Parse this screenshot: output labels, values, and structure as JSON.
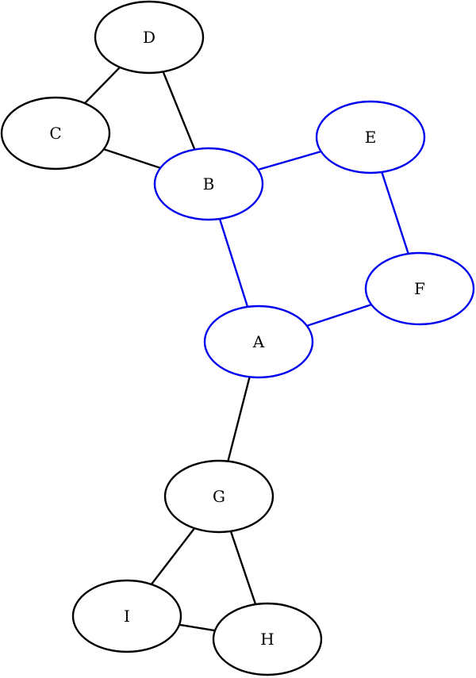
{
  "graph": {
    "colors": {
      "default": "#000000",
      "highlight": "#0000ee"
    },
    "nodes": [
      {
        "id": "D",
        "label": "D",
        "highlighted": false
      },
      {
        "id": "C",
        "label": "C",
        "highlighted": false
      },
      {
        "id": "B",
        "label": "B",
        "highlighted": true
      },
      {
        "id": "E",
        "label": "E",
        "highlighted": true
      },
      {
        "id": "F",
        "label": "F",
        "highlighted": true
      },
      {
        "id": "A",
        "label": "A",
        "highlighted": true
      },
      {
        "id": "G",
        "label": "G",
        "highlighted": false
      },
      {
        "id": "I",
        "label": "I",
        "highlighted": false
      },
      {
        "id": "H",
        "label": "H",
        "highlighted": false
      }
    ],
    "edges": [
      {
        "from": "D",
        "to": "C",
        "highlighted": false
      },
      {
        "from": "D",
        "to": "B",
        "highlighted": false
      },
      {
        "from": "C",
        "to": "B",
        "highlighted": false
      },
      {
        "from": "B",
        "to": "E",
        "highlighted": true
      },
      {
        "from": "E",
        "to": "F",
        "highlighted": true
      },
      {
        "from": "B",
        "to": "A",
        "highlighted": true
      },
      {
        "from": "F",
        "to": "A",
        "highlighted": true
      },
      {
        "from": "A",
        "to": "G",
        "highlighted": false
      },
      {
        "from": "G",
        "to": "I",
        "highlighted": false
      },
      {
        "from": "G",
        "to": "H",
        "highlighted": false
      },
      {
        "from": "I",
        "to": "H",
        "highlighted": false
      }
    ]
  }
}
